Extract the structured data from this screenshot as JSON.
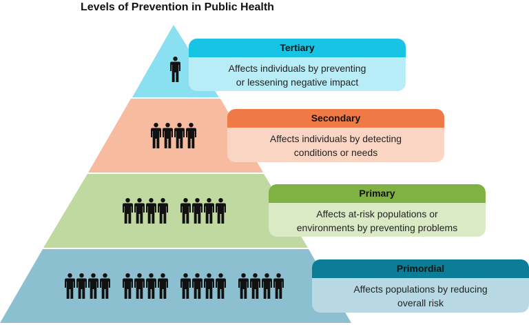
{
  "title": "Levels of Prevention in Public Health",
  "levels": [
    {
      "name": "Tertiary",
      "description": [
        "Affects individuals by preventing",
        "or lessening negative impact"
      ],
      "people_groups": 1,
      "people_per_group": 1,
      "tier_color": "#8adff0",
      "header_color": "#17c4e3",
      "body_color": "#b8ecf6",
      "icon": "person-icon"
    },
    {
      "name": "Secondary",
      "description": [
        "Affects individuals by detecting",
        "conditions or needs"
      ],
      "people_groups": 1,
      "people_per_group": 4,
      "tier_color": "#f7bba0",
      "header_color": "#f07a45",
      "body_color": "#fad5c4",
      "icon": "person-icon"
    },
    {
      "name": "Primary",
      "description": [
        "Affects at-risk populations or",
        "environments by preventing problems"
      ],
      "people_groups": 2,
      "people_per_group": 4,
      "tier_color": "#bfd9a0",
      "header_color": "#7fb243",
      "body_color": "#d9eac4",
      "icon": "person-icon"
    },
    {
      "name": "Primordial",
      "description": [
        "Affects populations by reducing",
        "overall risk"
      ],
      "people_groups": 4,
      "people_per_group": 4,
      "tier_color": "#8cc0d0",
      "header_color": "#0c7d96",
      "body_color": "#b8d9e3",
      "icon": "person-icon"
    }
  ]
}
